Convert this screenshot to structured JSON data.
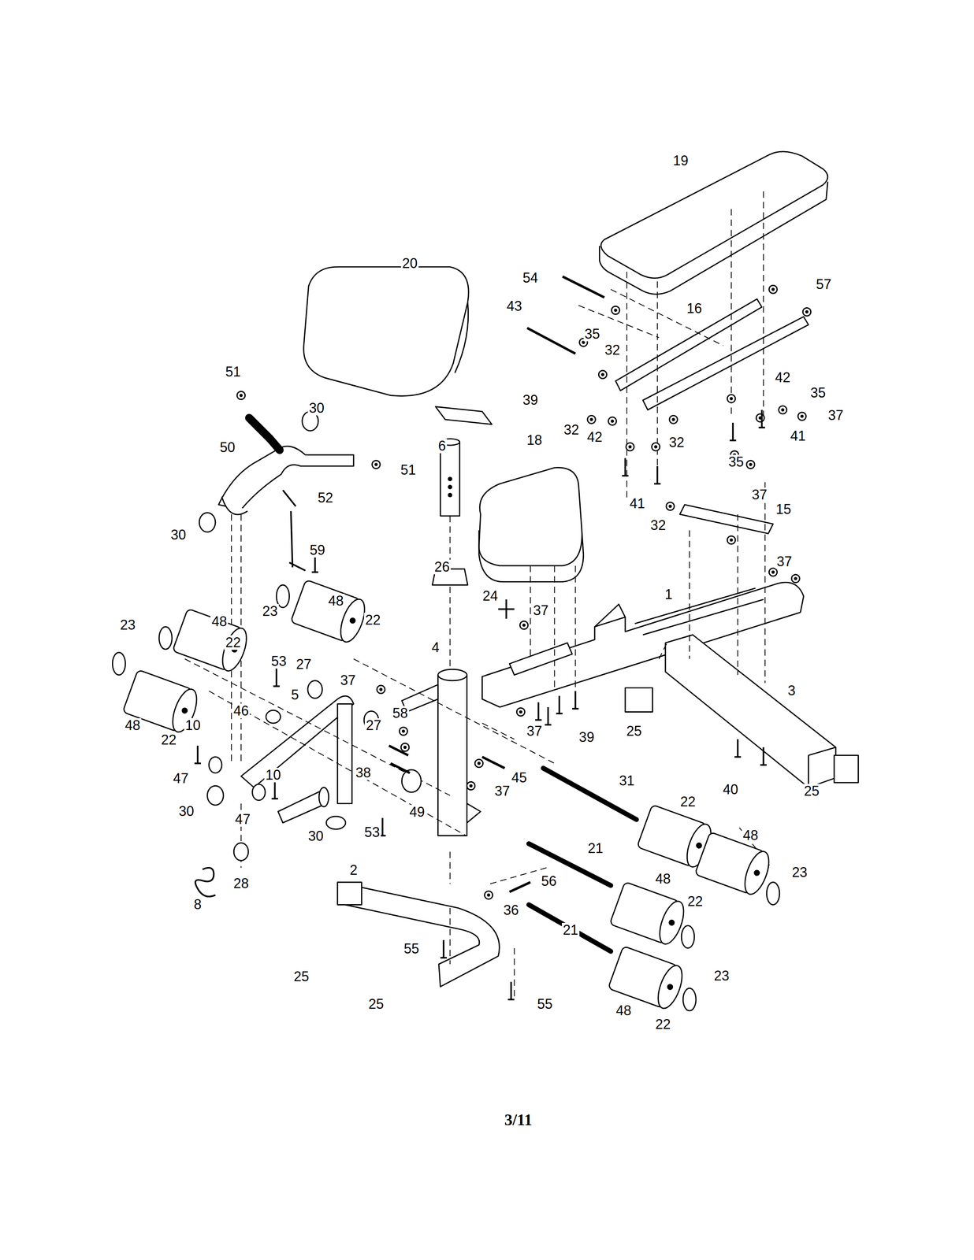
{
  "diagram": {
    "labels": [
      "19",
      "20",
      "54",
      "57",
      "43",
      "16",
      "35",
      "32",
      "51",
      "42",
      "35",
      "39",
      "30",
      "37",
      "32",
      "42",
      "32",
      "41",
      "6",
      "50",
      "18",
      "51",
      "35",
      "37",
      "41",
      "52",
      "15",
      "30",
      "59",
      "32",
      "26",
      "37",
      "24",
      "23",
      "48",
      "1",
      "37",
      "23",
      "48",
      "22",
      "22",
      "4",
      "27",
      "53",
      "37",
      "58",
      "46",
      "5",
      "27",
      "25",
      "3",
      "39",
      "37",
      "48",
      "22",
      "10",
      "38",
      "45",
      "47",
      "10",
      "37",
      "40",
      "25",
      "31",
      "30",
      "47",
      "53",
      "49",
      "22",
      "48",
      "30",
      "21",
      "8",
      "28",
      "2",
      "56",
      "23",
      "48",
      "36",
      "22",
      "55",
      "25",
      "23",
      "21",
      "25",
      "55",
      "48",
      "22",
      "3/11"
    ]
  }
}
